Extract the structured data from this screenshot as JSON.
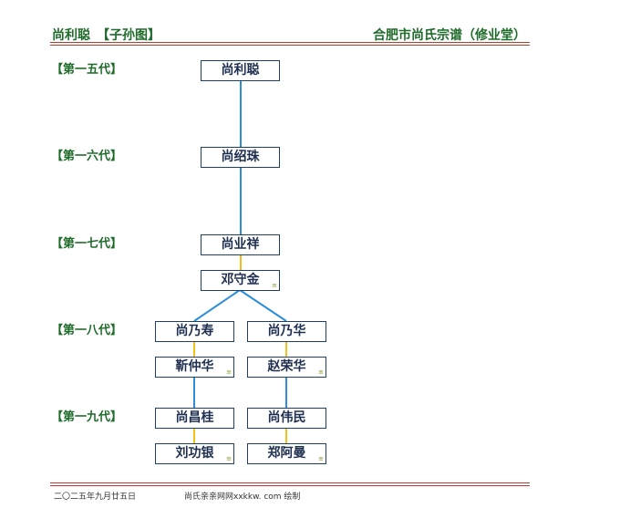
{
  "header": {
    "title": "尚利聪　【子孙图】",
    "right_title": "合肥市尚氏宗谱（修业堂）"
  },
  "generations": [
    {
      "label": "【第一五代】"
    },
    {
      "label": "【第一六代】"
    },
    {
      "label": "【第一七代】"
    },
    {
      "label": "【第一八代】"
    },
    {
      "label": "【第一九代】"
    }
  ],
  "persons": {
    "p1": "尚利聪",
    "p2": "尚绍珠",
    "p3": "尚业祥",
    "p3s": "邓守金",
    "p4": "尚乃寿",
    "p4s": "靳仲华",
    "p5": "尚乃华",
    "p5s": "赵荣华",
    "p6": "尚昌桂",
    "p6s": "刘功银",
    "p7": "尚伟民",
    "p7s": "郑阿曼"
  },
  "spouse_mark": "≡",
  "footer": {
    "date": "二〇二五年九月廿五日",
    "credit": "尚氏亲亲网网xxkkw. com 绘制"
  },
  "colors": {
    "heading_green": "#1f6b2a",
    "rule_red": "#c0392b",
    "descent_line_blue": "#2e8fd8",
    "marriage_line_yellow": "#f2c21a",
    "box_border": "#1f3f6b"
  }
}
